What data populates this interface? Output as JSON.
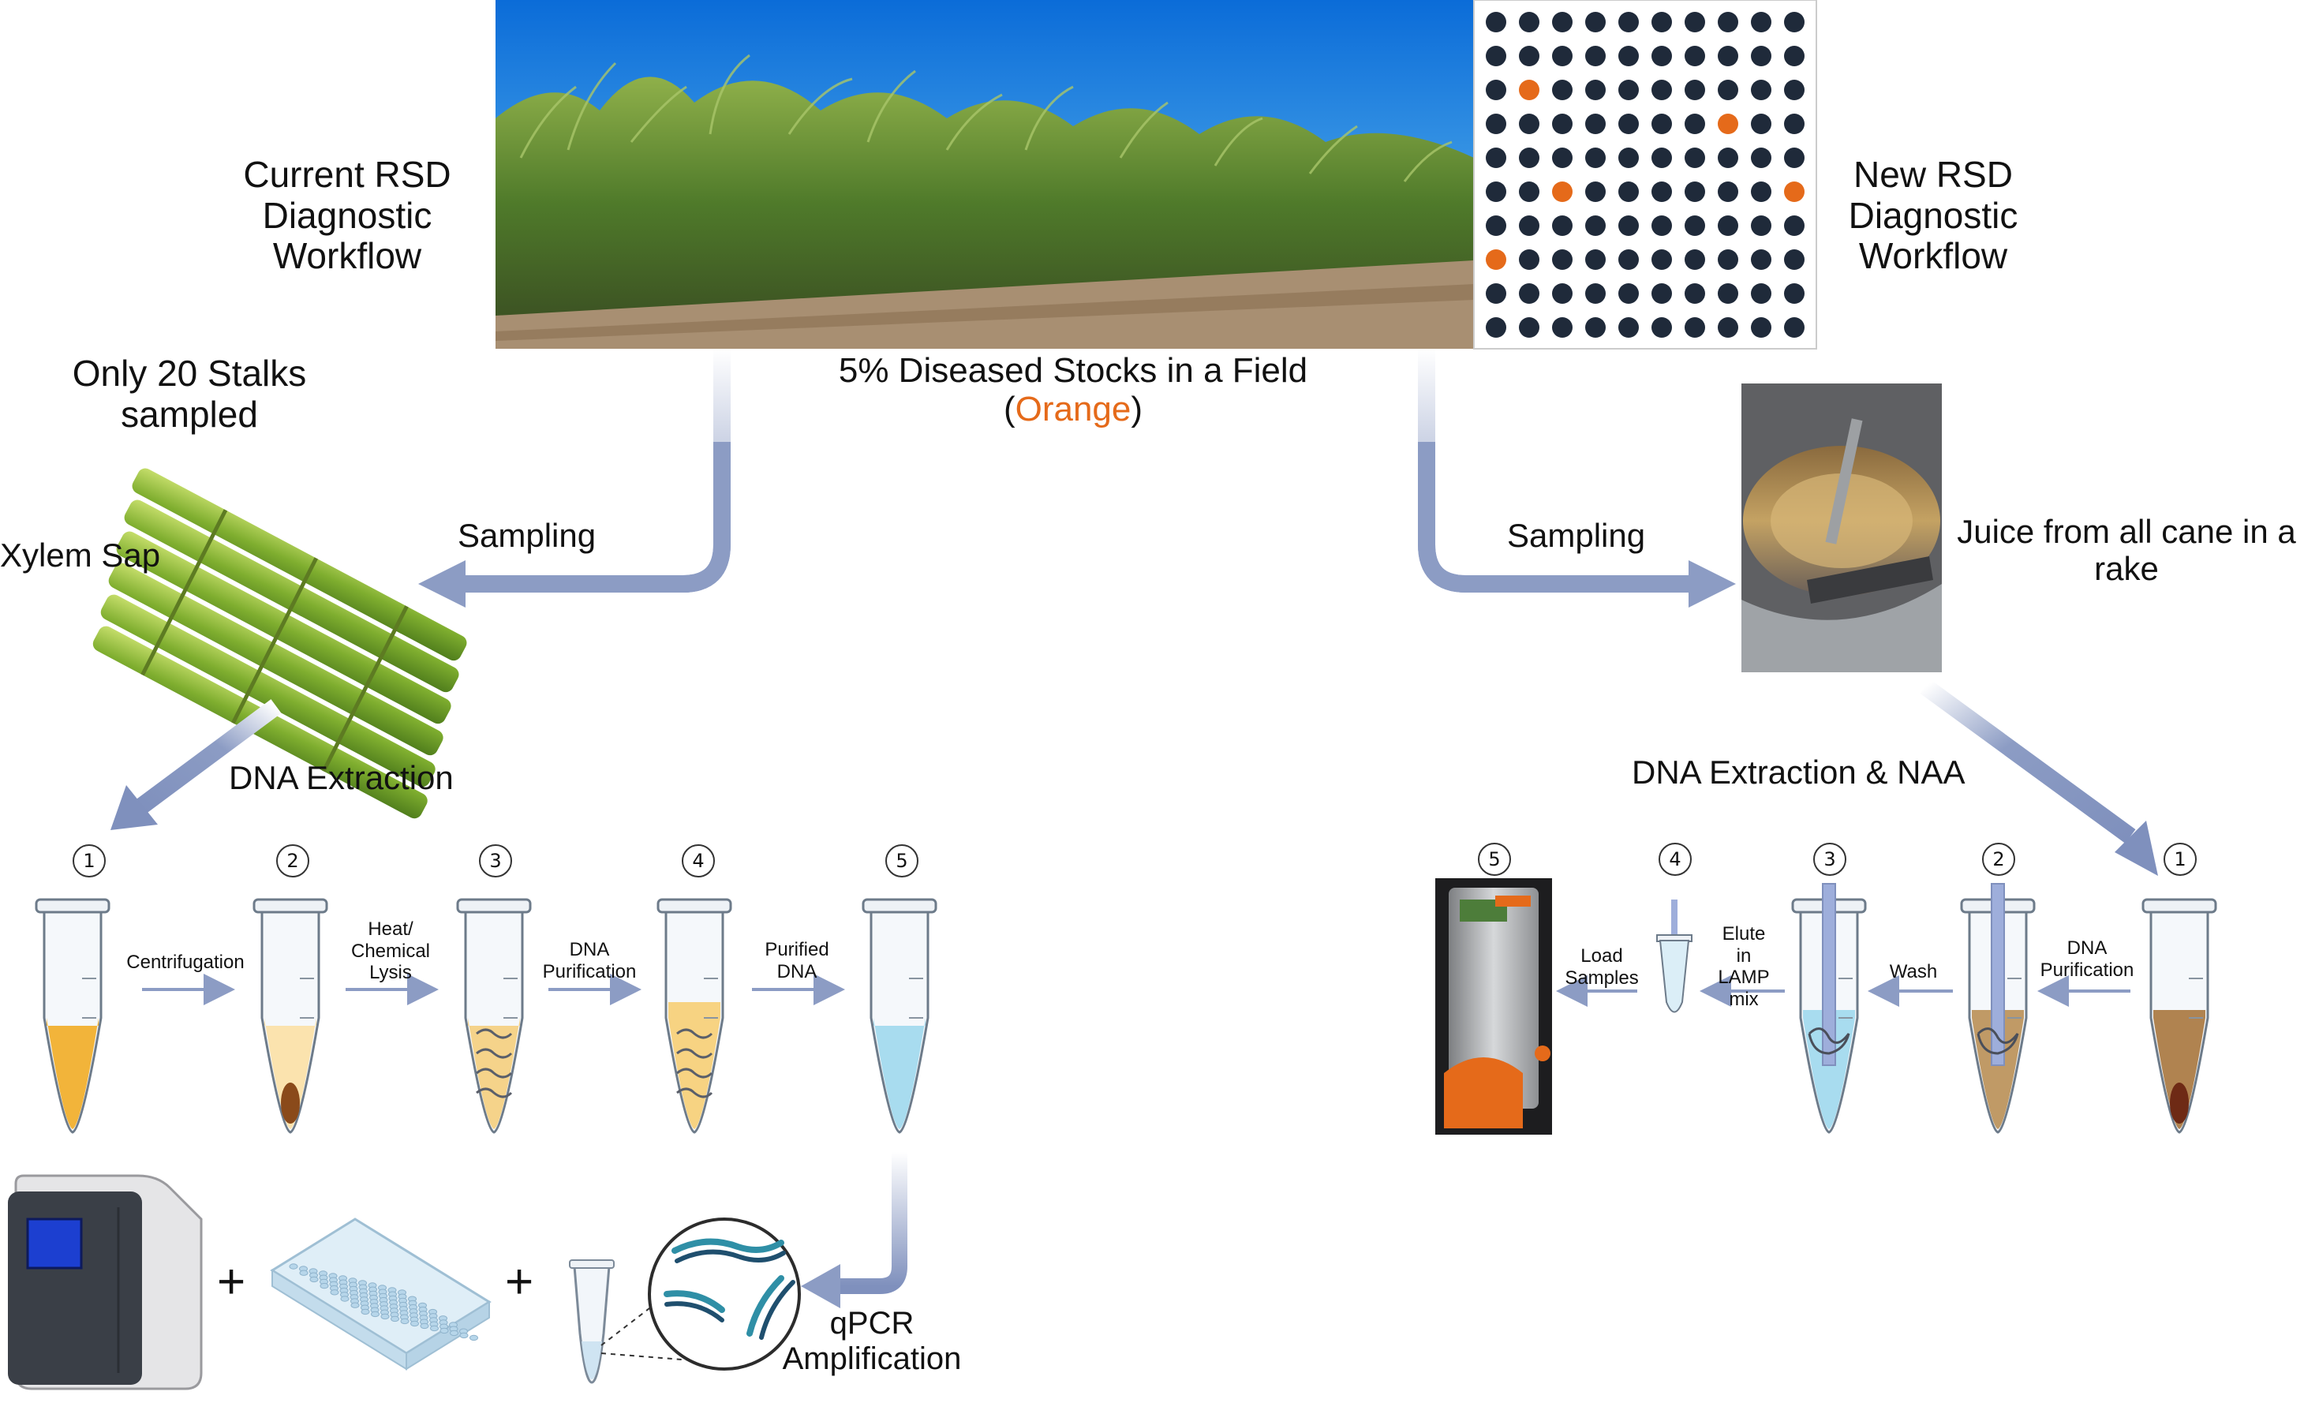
{
  "titles": {
    "current": [
      "Current RSD",
      "Diagnostic",
      "Workflow"
    ],
    "new": [
      "New RSD",
      "Diagnostic",
      "Workflow"
    ]
  },
  "field": {
    "caption_line1": "5% Diseased Stocks in a Field",
    "caption_paren_open": "(",
    "caption_orange": "Orange",
    "caption_paren_close": ")"
  },
  "left": {
    "stalks_line1": "Only 20 Stalks",
    "stalks_line2": "sampled",
    "xylem": "Xylem Sap",
    "sampling": "Sampling",
    "dna_extraction": "DNA Extraction",
    "steps": [
      "1",
      "2",
      "3",
      "4",
      "5"
    ],
    "step_labels": {
      "centrifugation": "Centrifugation",
      "heat1": "Heat/",
      "heat2": "Chemical",
      "heat3": "Lysis",
      "dnap1": "DNA",
      "dnap2": "Purification",
      "pur1": "Purified",
      "pur2": "DNA"
    },
    "qpcr1": "qPCR",
    "qpcr2": "Amplification",
    "plus": "+"
  },
  "right": {
    "juice_line1": "Juice from all cane in a",
    "juice_line2": "rake",
    "sampling": "Sampling",
    "dna_extraction_naa": "DNA Extraction & NAA",
    "steps": [
      "1",
      "2",
      "3",
      "4",
      "5"
    ],
    "step_labels": {
      "dnap1": "DNA",
      "dnap2": "Purification",
      "wash": "Wash",
      "elute1": "Elute",
      "elute2": "in",
      "elute3": "LAMP",
      "elute4": "mix",
      "load1": "Load",
      "load2": "Samples"
    }
  },
  "grid": {
    "rows": 10,
    "cols": 10,
    "dot_color": "#1f2a3a",
    "diseased_color": "#e56a1a",
    "diseased": [
      [
        2,
        1
      ],
      [
        3,
        7
      ],
      [
        5,
        2
      ],
      [
        5,
        9
      ],
      [
        7,
        0
      ]
    ]
  },
  "colors": {
    "arrow": "#8c9cc4",
    "arrow_dark": "#7f90bd",
    "sky": "#1c7fd6",
    "cane": "#6a8b3a",
    "orange": "#e56a1a"
  }
}
